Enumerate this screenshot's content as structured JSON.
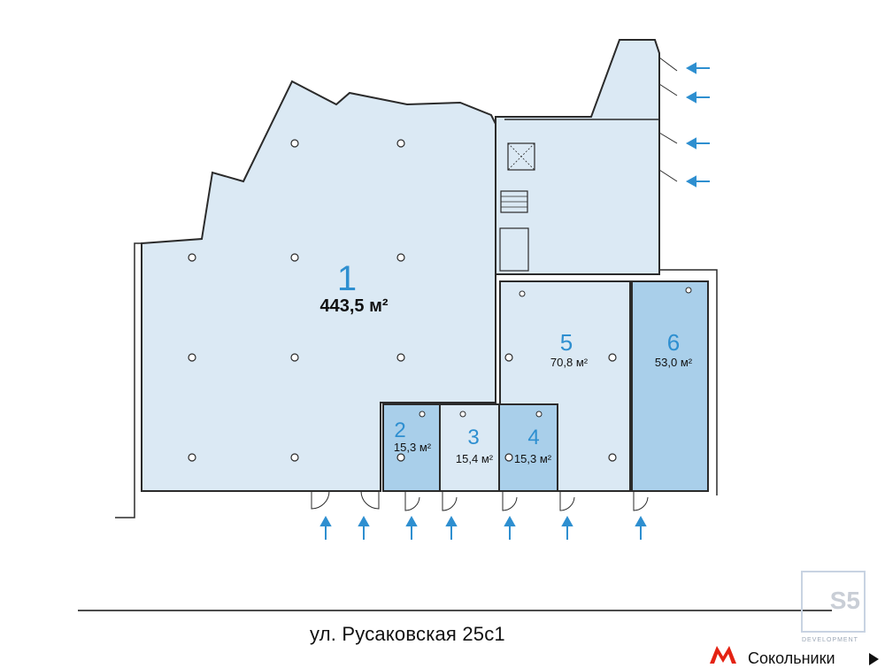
{
  "plan": {
    "units": [
      {
        "number": "1",
        "area": "443,5 м²"
      },
      {
        "number": "2",
        "area": "15,3 м²"
      },
      {
        "number": "3",
        "area": "15,4 м²"
      },
      {
        "number": "4",
        "area": "15,3 м²"
      },
      {
        "number": "5",
        "area": "70,8 м²"
      },
      {
        "number": "6",
        "area": "53,0 м²"
      }
    ],
    "colors": {
      "room_light": "#dbe9f4",
      "room_medium": "#a9cfea",
      "wall": "#2b2b2b",
      "accent": "#2e8fd0",
      "entrance_arrow": "#2e8fd0"
    }
  },
  "footer": {
    "address": "ул. Русаковская 25с1",
    "metro_station": "Сокольники"
  },
  "logo": {
    "mark": "S5",
    "subtitle": "DEVELOPMENT"
  },
  "icons": [
    "entrance-arrow-icon",
    "metro-icon",
    "play-arrow-icon",
    "column-icon",
    "toilet-icon"
  ]
}
